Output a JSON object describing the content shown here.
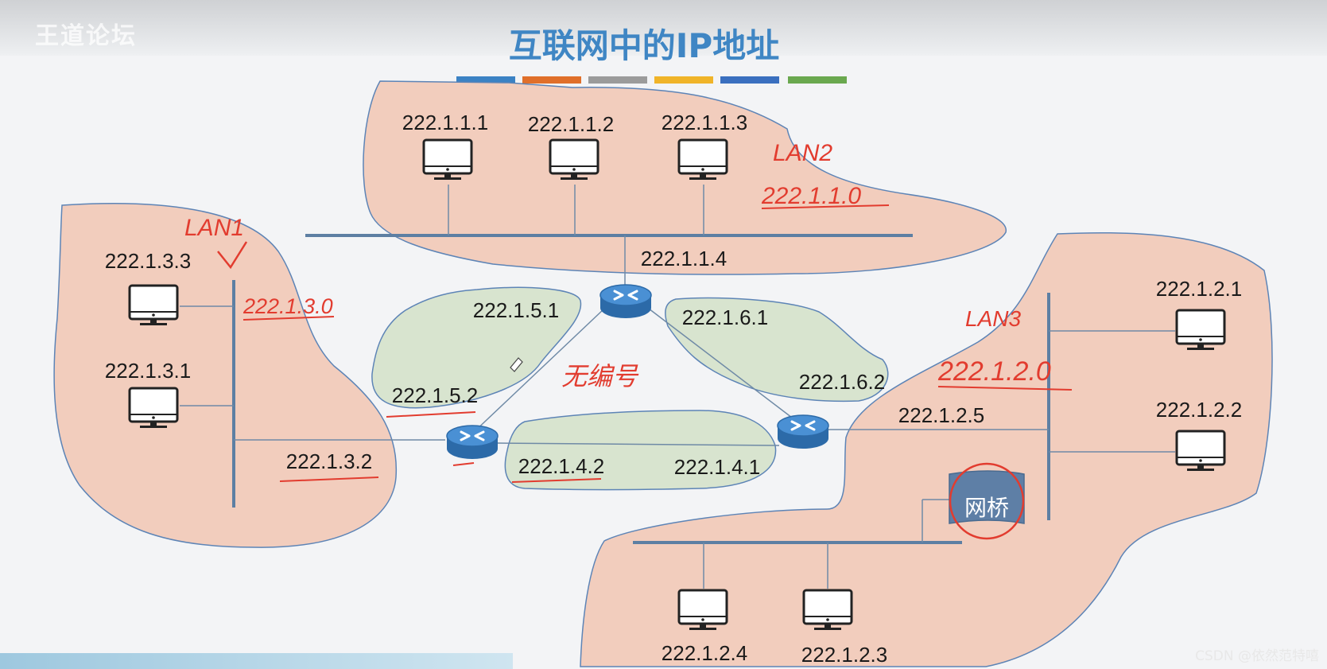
{
  "watermark": "王道论坛",
  "title": "互联网中的IP地址",
  "footer": "CSDN @依然范特嘻",
  "colors": {
    "lan_fill": "#f2cdbd",
    "link_fill": "#d8e4cf",
    "bus": "#5d7fa3",
    "router": "#3d7fc6",
    "annotation": "#e23c2f",
    "title_bar": [
      "#3b82c4",
      "#e06f2a",
      "#9b9b9b",
      "#f0b429",
      "#3a6fbf",
      "#6aa84f"
    ]
  },
  "lan1": {
    "tag": "LAN1",
    "net": "222.1.3.0",
    "hosts": [
      "222.1.3.3",
      "222.1.3.1"
    ],
    "gw": "222.1.3.2"
  },
  "lan2": {
    "tag": "LAN2",
    "net": "222.1.1.0",
    "hosts": [
      "222.1.1.1",
      "222.1.1.2",
      "222.1.1.3"
    ],
    "gw": "222.1.1.4"
  },
  "lan3": {
    "tag": "LAN3",
    "net": "222.1.2.0",
    "hosts": [
      "222.1.2.1",
      "222.1.2.2",
      "222.1.2.4",
      "222.1.2.3"
    ],
    "gw": "222.1.2.5",
    "bridge": "网桥"
  },
  "links": {
    "r1r2": {
      "a": "222.1.5.1",
      "b": "222.1.5.2"
    },
    "r1r3": {
      "a": "222.1.6.1",
      "b": "222.1.6.2"
    },
    "r2r3": {
      "a": "222.1.4.2",
      "b": "222.1.4.1"
    },
    "note": "无编号"
  }
}
